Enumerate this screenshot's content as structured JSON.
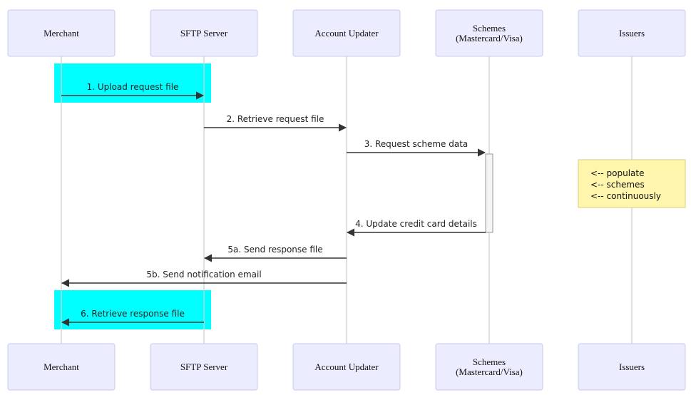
{
  "participants": [
    {
      "id": "merchant",
      "lines": [
        "Merchant"
      ]
    },
    {
      "id": "sftp",
      "lines": [
        "SFTP Server"
      ]
    },
    {
      "id": "updater",
      "lines": [
        "Account Updater"
      ]
    },
    {
      "id": "schemes",
      "lines": [
        "Schemes",
        "(Mastercard/Visa)"
      ]
    },
    {
      "id": "issuers",
      "lines": [
        "Issuers"
      ]
    }
  ],
  "messages": [
    {
      "from": "merchant",
      "to": "sftp",
      "label": "1. Upload request file",
      "highlight": true
    },
    {
      "from": "sftp",
      "to": "updater",
      "label": "2. Retrieve request file",
      "highlight": false
    },
    {
      "from": "updater",
      "to": "schemes",
      "label": "3. Request scheme data",
      "highlight": false
    },
    {
      "from": "schemes",
      "to": "updater",
      "label": "4. Update credit card details",
      "highlight": false
    },
    {
      "from": "updater",
      "to": "sftp",
      "label": "5a. Send response file",
      "highlight": false
    },
    {
      "from": "updater",
      "to": "merchant",
      "label": "5b. Send notification email",
      "highlight": false
    },
    {
      "from": "sftp",
      "to": "merchant",
      "label": "6. Retrieve response file",
      "highlight": true
    }
  ],
  "note": {
    "over": "issuers",
    "lines": [
      "<-- populate",
      "<-- schemes",
      "<-- continuously"
    ]
  },
  "colors": {
    "highlight": "#00ffff",
    "actor_fill": "#ececff",
    "note_fill": "#fff5ad"
  }
}
